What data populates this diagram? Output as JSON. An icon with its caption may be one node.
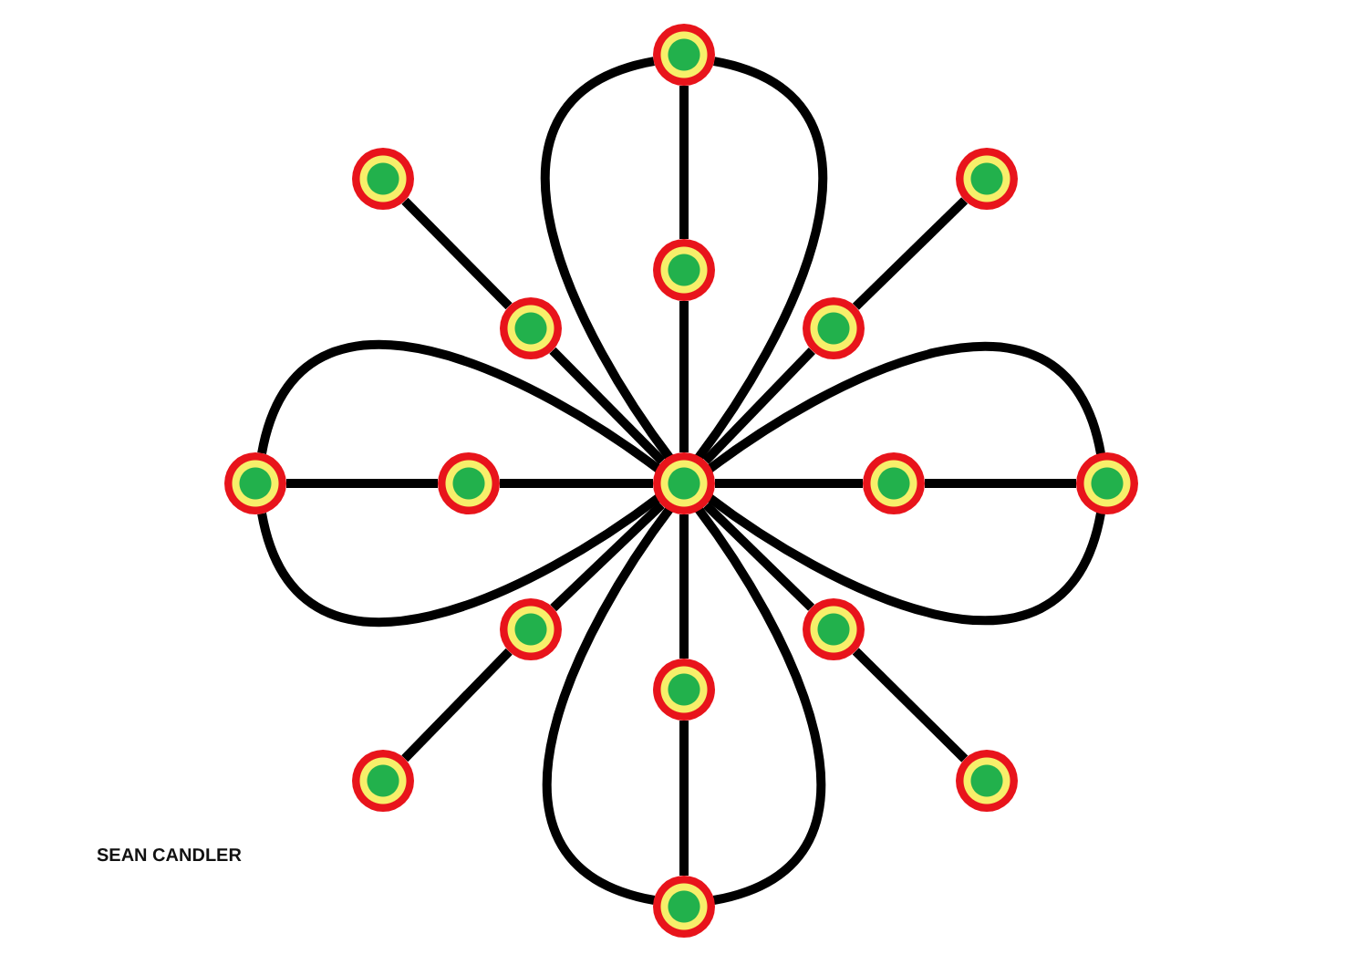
{
  "diagram": {
    "nodes": [
      {
        "text": [],
        "shape": "circle"
      },
      {
        "text": [],
        "shape": "circle"
      },
      {
        "text": [],
        "shape": "circle"
      },
      {
        "text": [],
        "shape": "circle"
      },
      {
        "text": [],
        "shape": "circle"
      },
      {
        "text": [],
        "shape": "circle"
      },
      {
        "text": [],
        "shape": "circle"
      },
      {
        "text": [],
        "shape": "circle"
      },
      {
        "text": [],
        "shape": "circle"
      },
      {
        "text": [],
        "shape": "circle"
      },
      {
        "text": [],
        "shape": "circle"
      },
      {
        "text": [],
        "shape": "circle"
      },
      {
        "text": [],
        "shape": "circle"
      },
      {
        "text": [],
        "shape": "circle"
      },
      {
        "text": [],
        "shape": "circle"
      },
      {
        "text": [],
        "shape": "circle"
      },
      {
        "text": [],
        "shape": "circle"
      }
    ],
    "edges": [
      {
        "from": 8,
        "to": 3,
        "arrow": "none"
      },
      {
        "from": 3,
        "to": 0,
        "arrow": "none"
      },
      {
        "from": 8,
        "to": 5,
        "arrow": "none"
      },
      {
        "from": 5,
        "to": 2,
        "arrow": "none"
      },
      {
        "from": 8,
        "to": 9,
        "arrow": "none"
      },
      {
        "from": 9,
        "to": 10,
        "arrow": "none"
      },
      {
        "from": 8,
        "to": 12,
        "arrow": "none"
      },
      {
        "from": 12,
        "to": 15,
        "arrow": "none"
      },
      {
        "from": 8,
        "to": 13,
        "arrow": "none"
      },
      {
        "from": 13,
        "to": 16,
        "arrow": "none"
      },
      {
        "from": 8,
        "to": 11,
        "arrow": "none"
      },
      {
        "from": 11,
        "to": 14,
        "arrow": "none"
      },
      {
        "from": 8,
        "to": 7,
        "arrow": "none"
      },
      {
        "from": 7,
        "to": 6,
        "arrow": "none"
      },
      {
        "from": 8,
        "to": 4,
        "arrow": "none"
      },
      {
        "from": 4,
        "to": 1,
        "arrow": "none"
      },
      {
        "from": 8,
        "to": 0,
        "arrow": "none"
      },
      {
        "from": 8,
        "to": 0,
        "arrow": "none"
      },
      {
        "from": 8,
        "to": 10,
        "arrow": "none"
      },
      {
        "from": 8,
        "to": 10,
        "arrow": "none"
      },
      {
        "from": 8,
        "to": 16,
        "arrow": "none"
      },
      {
        "from": 8,
        "to": 16,
        "arrow": "none"
      },
      {
        "from": 8,
        "to": 6,
        "arrow": "none"
      },
      {
        "from": 8,
        "to": 6,
        "arrow": "none"
      }
    ],
    "labels": [
      "SEAN CANDLER"
    ]
  }
}
